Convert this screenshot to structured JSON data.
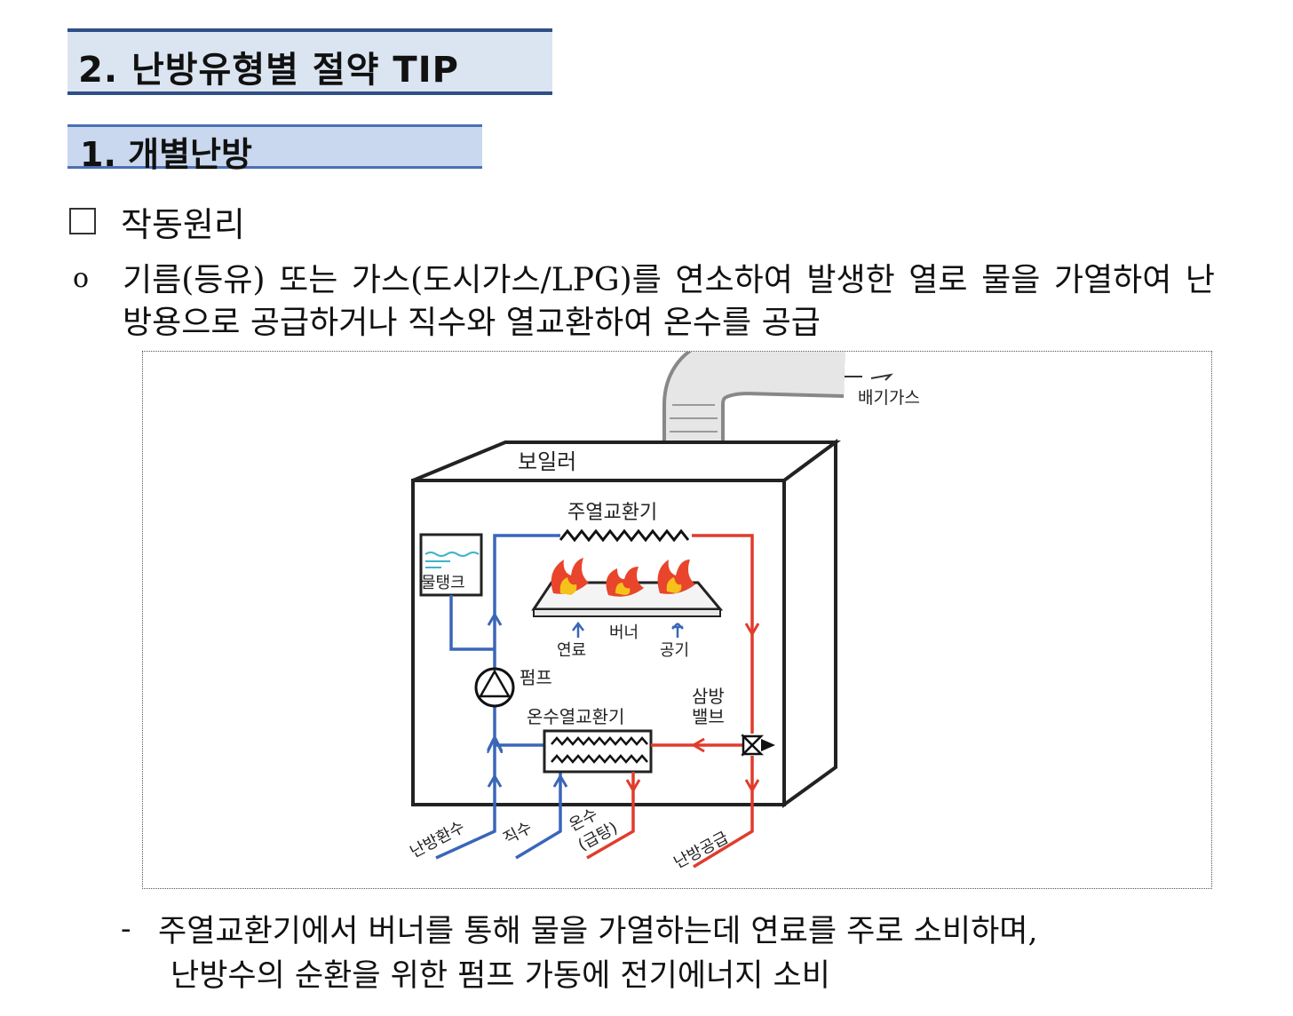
{
  "heading1": "2. 난방유형별 절약 TIP",
  "heading2": "1. 개별난방",
  "section_title": "작동원리",
  "bullet_symbol": "o",
  "paragraph": "기름(등유) 또는 가스(도시가스/LPG)를 연소하여 발생한 열로 물을 가열하여 난방용으로 공급하거나 직수와 열교환하여 온수를 공급",
  "diagram": {
    "exhaust_gas": "배기가스",
    "boiler": "보일러",
    "main_heat_exchanger": "주열교환기",
    "water_tank": "물탱크",
    "burner": "버너",
    "fuel": "연료",
    "air": "공기",
    "pump": "펌프",
    "three_way_valve_1": "삼방",
    "three_way_valve_2": "밸브",
    "hot_water_heat_exchanger": "온수열교환기",
    "heating_return": "난방환수",
    "direct_water": "직수",
    "hot_water_1": "온수",
    "hot_water_2": "(급탕)",
    "heating_supply": "난방공급",
    "colors": {
      "cold": "#3a66b8",
      "hot": "#e03c2c",
      "tank_water": "#3fb3c8"
    }
  },
  "dash_symbol": "-",
  "note_line1": "주열교환기에서 버너를 통해 물을 가열하는데 연료를 주로 소비하며,",
  "note_line2": "난방수의 순환을 위한 펌프 가동에 전기에너지 소비"
}
